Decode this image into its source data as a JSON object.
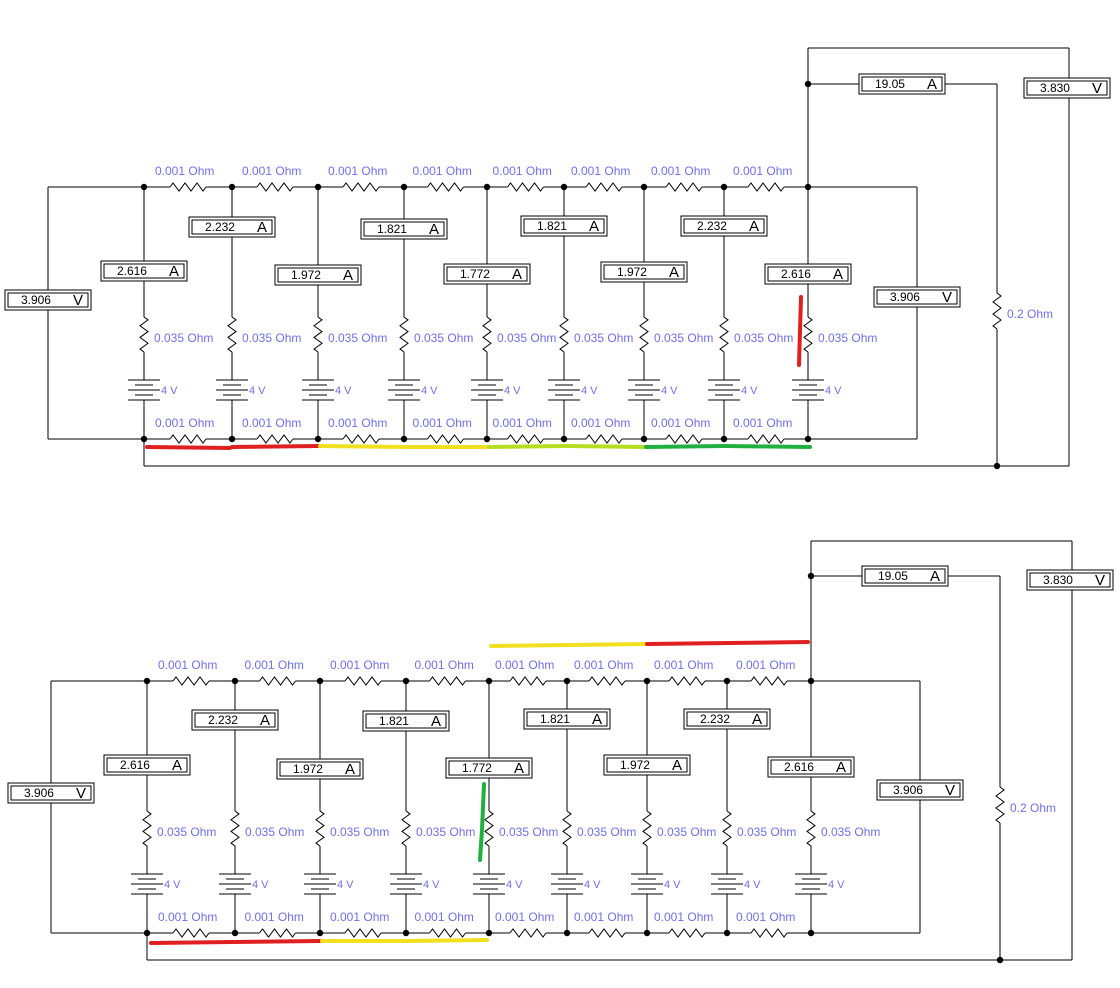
{
  "labels": {
    "link_res": "0.001  Ohm",
    "branch_res": "0.035  Ohm",
    "battery": "4 V",
    "load_res": "0.2  Ohm"
  },
  "colors": {
    "wire": "#000000",
    "label": "#6e6ef0",
    "highlight_red": "#e02020",
    "highlight_yellow": "#f0e020",
    "highlight_lime": "#b8dc20",
    "highlight_green": "#20b040"
  },
  "circuits": [
    {
      "name": "top-circuit",
      "left_voltmeter": {
        "value": "3.906",
        "unit": "V"
      },
      "right_voltmeter": {
        "value": "3.906",
        "unit": "V"
      },
      "load_ammeter": {
        "value": "19.05",
        "unit": "A"
      },
      "load_voltmeter": {
        "value": "3.830",
        "unit": "V"
      },
      "branch_ammeters": [
        {
          "value": "2.616",
          "unit": "A"
        },
        {
          "value": "2.232",
          "unit": "A"
        },
        {
          "value": "1.972",
          "unit": "A"
        },
        {
          "value": "1.821",
          "unit": "A"
        },
        {
          "value": "1.772",
          "unit": "A"
        },
        {
          "value": "1.821",
          "unit": "A"
        },
        {
          "value": "1.972",
          "unit": "A"
        },
        {
          "value": "2.232",
          "unit": "A"
        },
        {
          "value": "2.616",
          "unit": "A"
        }
      ]
    },
    {
      "name": "bottom-circuit",
      "left_voltmeter": {
        "value": "3.906",
        "unit": "V"
      },
      "right_voltmeter": {
        "value": "3.906",
        "unit": "V"
      },
      "load_ammeter": {
        "value": "19.05",
        "unit": "A"
      },
      "load_voltmeter": {
        "value": "3.830",
        "unit": "V"
      },
      "branch_ammeters": [
        {
          "value": "2.616",
          "unit": "A"
        },
        {
          "value": "2.232",
          "unit": "A"
        },
        {
          "value": "1.972",
          "unit": "A"
        },
        {
          "value": "1.821",
          "unit": "A"
        },
        {
          "value": "1.772",
          "unit": "A"
        },
        {
          "value": "1.821",
          "unit": "A"
        },
        {
          "value": "1.972",
          "unit": "A"
        },
        {
          "value": "2.232",
          "unit": "A"
        },
        {
          "value": "2.616",
          "unit": "A"
        }
      ]
    }
  ]
}
